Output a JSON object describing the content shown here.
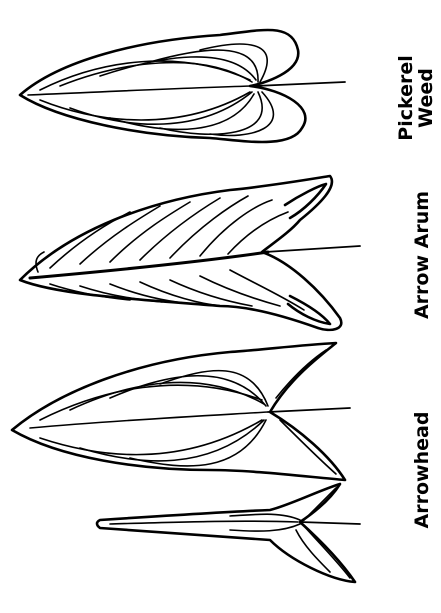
{
  "figure": {
    "labels": {
      "pickerel_weed_line1": "Pickerel",
      "pickerel_weed_line2": "Weed",
      "arrow_arum": "Arrow Arum",
      "arrowhead": "Arrowhead"
    },
    "leaves": [
      {
        "name": "pickerel-weed",
        "label_key": "pickerel_weed"
      },
      {
        "name": "arrow-arum",
        "label_key": "arrow_arum"
      },
      {
        "name": "arrowhead-broad",
        "label_key": "arrowhead"
      },
      {
        "name": "arrowhead-narrow",
        "label_key": "arrowhead"
      }
    ],
    "line_color": "#000000",
    "background": "#ffffff"
  }
}
